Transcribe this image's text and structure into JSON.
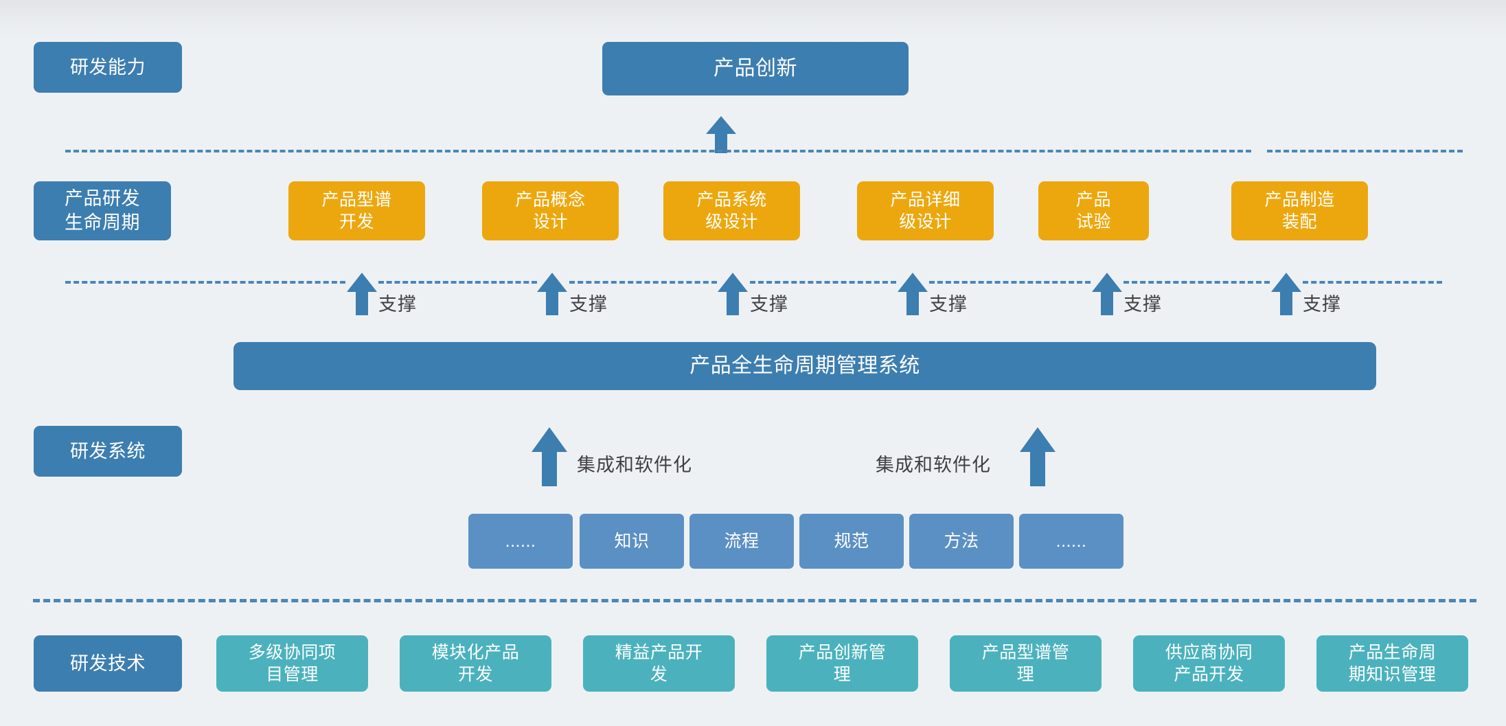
{
  "diagram": {
    "title_hero": "产品创新",
    "rows": {
      "capability": {
        "label": "研发能力"
      },
      "lifecycle": {
        "label": "产品研发\n生命周期"
      },
      "system": {
        "label": "研发系统"
      },
      "technology": {
        "label": "研发技术"
      }
    },
    "lifecycle_stages": [
      {
        "label": "产品型谱\n开发"
      },
      {
        "label": "产品概念\n设计"
      },
      {
        "label": "产品系统\n级设计"
      },
      {
        "label": "产品详细\n级设计"
      },
      {
        "label": "产品\n试验"
      },
      {
        "label": "产品制造\n装配"
      }
    ],
    "support_labels": [
      "支撑",
      "支撑",
      "支撑",
      "支撑",
      "支撑",
      "支撑"
    ],
    "plm_system": {
      "label": "产品全生命周期管理系统"
    },
    "integration_labels": [
      "集成和软件化",
      "集成和软件化"
    ],
    "assets": [
      {
        "label": "......"
      },
      {
        "label": "知识"
      },
      {
        "label": "流程"
      },
      {
        "label": "规范"
      },
      {
        "label": "方法"
      },
      {
        "label": "......"
      }
    ],
    "technologies": [
      {
        "label": "多级协同项\n目管理"
      },
      {
        "label": "模块化产品\n开发"
      },
      {
        "label": "精益产品开\n发"
      },
      {
        "label": "产品创新管\n理"
      },
      {
        "label": "产品型谱管\n理"
      },
      {
        "label": "供应商协同\n产品开发"
      },
      {
        "label": "产品生命周\n期知识管理"
      }
    ],
    "colors": {
      "blue": "#3d7eb0",
      "light_blue": "#5b90c4",
      "orange": "#eda70e",
      "teal": "#4bb2bd",
      "dash": "#4a86b8",
      "background": "#eef1f4",
      "text_dark": "#404040"
    }
  }
}
